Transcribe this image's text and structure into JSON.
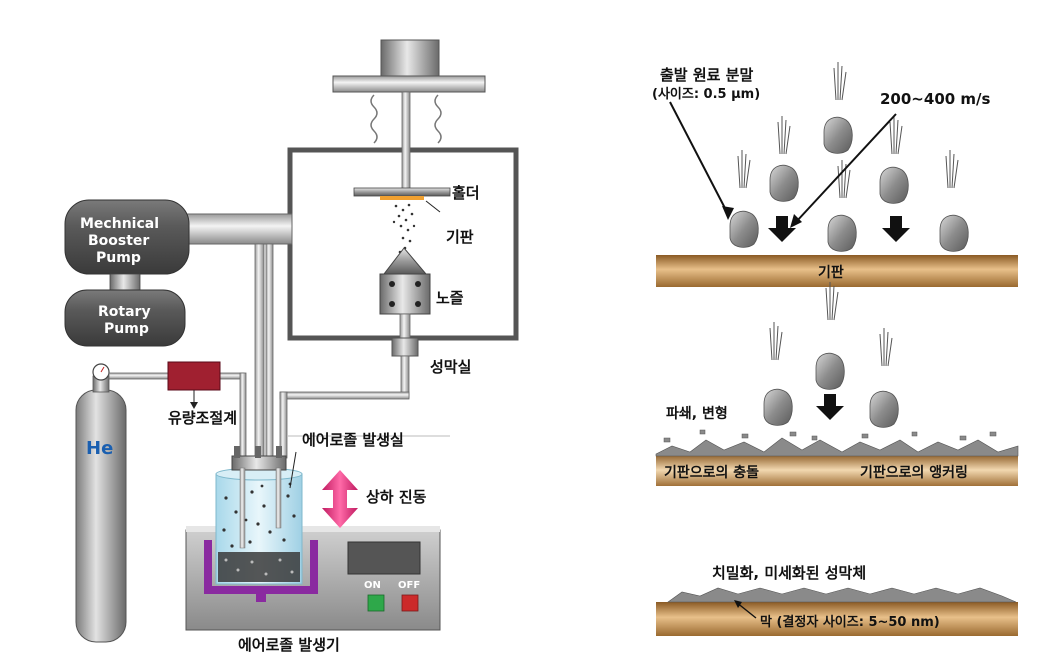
{
  "left_diagram": {
    "booster_pump": "Mechnical Booster Pump",
    "booster_pump_lines": [
      "Mechnical",
      "Booster",
      "Pump"
    ],
    "rotary_pump_lines": [
      "Rotary",
      "Pump"
    ],
    "holder": "홀더",
    "substrate": "기판",
    "nozzle": "노즐",
    "chamber": "성막실",
    "flow_controller": "유량조절계",
    "gas": "He",
    "aerosol_room": "에어로졸 발생실",
    "vibration": "상하 진동",
    "on_label": "ON",
    "off_label": "OFF",
    "generator": "에어로졸 발생기"
  },
  "right_diagram": {
    "powder_line1": "출발 원료 분말",
    "powder_line2": "(사이즈: 0.5 μm)",
    "speed": "200~400 m/s",
    "substrate1": "기판",
    "fracture": "파쇄, 변형",
    "collision": "기판으로의 충돌",
    "anchoring": "기판으로의 앵커링",
    "dense_film": "치밀화, 미세화된 성막체",
    "film": "막 (결정자 사이즈: 5~50 nm)"
  },
  "colors": {
    "copper_bar": "#b07a3a",
    "bar_highlight": "#e8c08a",
    "metal_dark": "#555555",
    "flow_controller": "#a02030",
    "arrow_pink": "#e0307a",
    "off_red": "#cc2a2a",
    "on_green": "#2ea84a",
    "vessel_purple": "#8a2aa0",
    "holder_orange": "#f0a030"
  },
  "icons": [
    "particle-icon",
    "down-arrow-icon"
  ]
}
